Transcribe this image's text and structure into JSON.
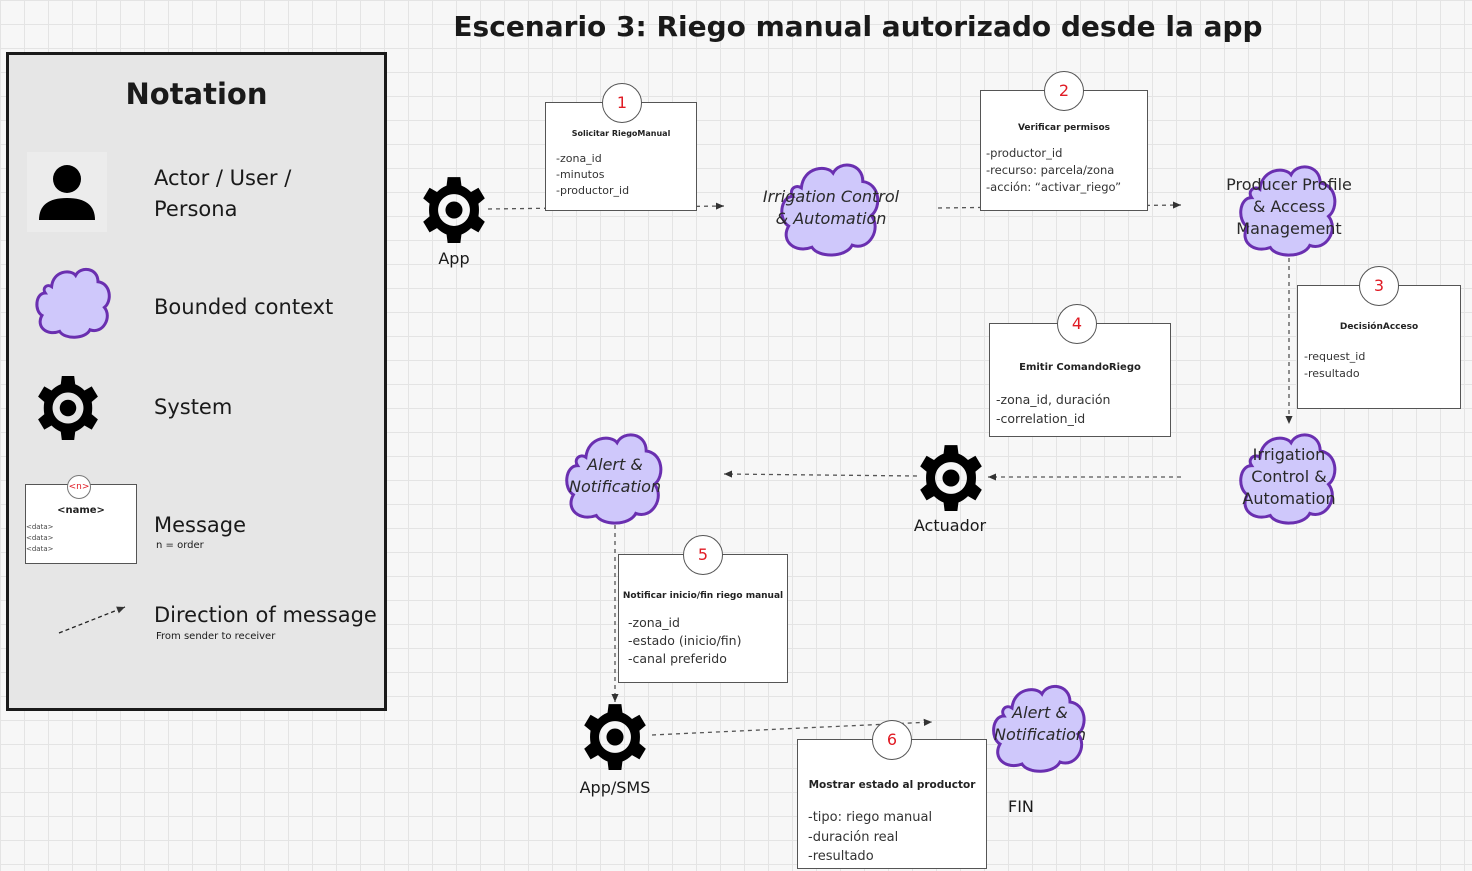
{
  "title": "Escenario 3: Riego manual autorizado desde la app",
  "legend": {
    "title": "Notation",
    "actor_line1": "Actor / User /",
    "actor_line2": "Persona",
    "context": "Bounded context",
    "system": "System",
    "message": "Message",
    "message_note": "n = order",
    "message_sample": {
      "order": "<n>",
      "name": "<name>",
      "data": [
        "<data>",
        "<data>",
        "<data>"
      ]
    },
    "direction": "Direction of message",
    "direction_note": "From sender to receiver"
  },
  "systems": {
    "app": "App",
    "actuador": "Actuador",
    "appsms": "App/SMS"
  },
  "contexts": {
    "irrigation_top": [
      "Irrigation Control",
      "& Automation"
    ],
    "producer": [
      "Producer Profile",
      "& Access",
      "Management"
    ],
    "irrigation_right": [
      "Irrigation",
      "Control &",
      "Automation"
    ],
    "alert_left": [
      "Alert &",
      "Notification"
    ],
    "alert_bottom": [
      "Alert &",
      "Notification"
    ]
  },
  "messages": [
    {
      "order": "1",
      "name": "Solicitar RiegoManual",
      "fields": [
        "-zona_id",
        "-minutos",
        "-productor_id"
      ]
    },
    {
      "order": "2",
      "name": "Verificar permisos",
      "fields": [
        "-productor_id",
        "-recurso: parcela/zona",
        "-acción: “activar_riego”"
      ]
    },
    {
      "order": "3",
      "name": "DecisiónAcceso",
      "fields": [
        "-request_id",
        "-resultado"
      ]
    },
    {
      "order": "4",
      "name": "Emitir ComandoRiego",
      "fields": [
        "-zona_id, duración",
        "-correlation_id"
      ]
    },
    {
      "order": "5",
      "name": "Notificar inicio/fin riego manual",
      "fields": [
        "-zona_id",
        "-estado (inicio/fin)",
        "-canal preferido"
      ]
    },
    {
      "order": "6",
      "name": "Mostrar estado al productor",
      "fields": [
        "-tipo: riego manual",
        "-duración real",
        "-resultado"
      ]
    }
  ],
  "end_label": "FIN",
  "colors": {
    "context_fill": "#cfc8fb",
    "context_stroke": "#6a2fb0",
    "badge_text": "#e01b24"
  },
  "icons": [
    "person-icon",
    "cloud-icon",
    "gear-icon",
    "dashed-arrow-icon"
  ]
}
